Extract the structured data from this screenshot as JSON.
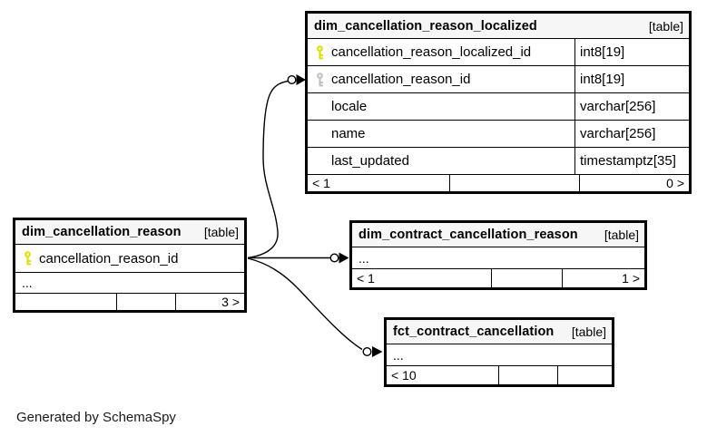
{
  "diagram": {
    "generated_by": "Generated by SchemaSpy",
    "colors": {
      "primary_key": "#dcdf00",
      "foreign_key": "#c0c0c0",
      "header_bg": "#f6f6f6",
      "border": "#000000"
    },
    "tables": [
      {
        "title": "dim_cancellation_reason_localized",
        "tag": "[table]",
        "columns": [
          {
            "key": "primary",
            "name": "cancellation_reason_localized_id",
            "type": "int8[19]"
          },
          {
            "key": "foreign",
            "name": "cancellation_reason_id",
            "type": "int8[19]"
          },
          {
            "key": "none",
            "name": "locale",
            "type": "varchar[256]"
          },
          {
            "key": "none",
            "name": "name",
            "type": "varchar[256]"
          },
          {
            "key": "none",
            "name": "last_updated",
            "type": "timestamptz[35]"
          }
        ],
        "footer": {
          "left": "< 1",
          "mid": "",
          "right": "0 >"
        }
      },
      {
        "title": "dim_cancellation_reason",
        "tag": "[table]",
        "columns": [
          {
            "key": "primary",
            "name": "cancellation_reason_id",
            "type": ""
          }
        ],
        "ellipsis": "...",
        "footer": {
          "left": "",
          "mid": "",
          "right": "3 >"
        }
      },
      {
        "title": "dim_contract_cancellation_reason",
        "tag": "[table]",
        "ellipsis": "...",
        "footer": {
          "left": "< 1",
          "mid": "",
          "right": "1 >"
        }
      },
      {
        "title": "fct_contract_cancellation",
        "tag": "[table]",
        "ellipsis": "...",
        "footer": {
          "left": "< 10",
          "mid": "",
          "right": ""
        }
      }
    ],
    "connections": [
      {
        "from": "dim_cancellation_reason",
        "to": "dim_cancellation_reason_localized"
      },
      {
        "from": "dim_cancellation_reason",
        "to": "dim_contract_cancellation_reason"
      },
      {
        "from": "dim_cancellation_reason",
        "to": "fct_contract_cancellation"
      }
    ]
  }
}
